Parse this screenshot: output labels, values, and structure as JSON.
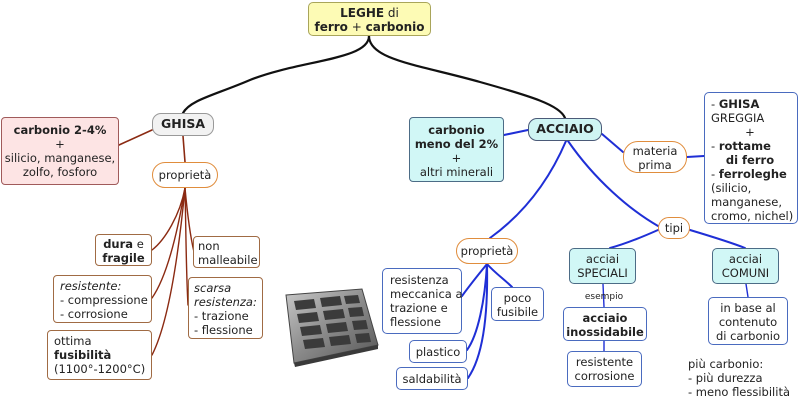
{
  "root": {
    "line1_bold": "LEGHE",
    "line1_rest": " di",
    "line2": "ferro",
    "line2_plus": " + ",
    "line2_end": "carbonio"
  },
  "ghisa": {
    "title": "GHISA",
    "composition": {
      "l1": "carbonio 2-4%",
      "l2": "+",
      "l3": "silicio, manganese,",
      "l4": "zolfo, fosforo"
    },
    "proprieta": "proprietà",
    "dura": {
      "b1": "dura",
      "t1": " e",
      "b2": "fragile"
    },
    "resistente": {
      "title": "resistente:",
      "l1": "- compressione",
      "l2": "- corrosione"
    },
    "fusibilita": {
      "l1": "ottima",
      "b": "fusibilità",
      "l3": "(1100°-1200°C)"
    },
    "non_malleabile": {
      "l1": "non",
      "l2": "malleabile"
    },
    "scarsa": {
      "l1": "scarsa",
      "l2": "resistenza:",
      "l3": "- trazione",
      "l4": "- flessione"
    }
  },
  "acciaio": {
    "title": "ACCIAIO",
    "composition": {
      "l1": "carbonio",
      "l2": "meno del 2%",
      "l3": "+",
      "l4": "altri minerali"
    },
    "materia_prima": {
      "l1": "materia",
      "l2": "prima"
    },
    "greggia": {
      "l1": "- ",
      "l1b": "GHISA",
      "l2": "GREGGIA",
      "l3": "+",
      "l4": "- ",
      "l4b": "rottame",
      "l5b": "di ferro",
      "l6": "- ",
      "l6b": "ferroleghe",
      "l7": "(silicio,",
      "l8": "manganese,",
      "l9": "cromo, nichel)"
    },
    "tipi": "tipi",
    "proprieta": "proprietà",
    "resistenza": {
      "l1": "resistenza",
      "l2": "meccanica a",
      "l3": "trazione e",
      "l4": "flessione"
    },
    "poco": {
      "l1": "poco",
      "l2": "fusibile"
    },
    "plastico": "plastico",
    "saldabilita": "saldabilità",
    "speciali": {
      "l1": "acciai",
      "l2": "SPECIALI"
    },
    "comuni": {
      "l1": "acciai",
      "l2": "COMUNI"
    },
    "esempio": "esempio",
    "inox": {
      "l1": "acciaio",
      "l2": "inossidabile"
    },
    "rescorr": {
      "l1": "resistente",
      "l2": "corrosione"
    },
    "base": {
      "l1": "in base al",
      "l2": "contenuto",
      "l3": "di carbonio"
    },
    "piu": {
      "l1": "più carbonio:",
      "l2": "- più durezza",
      "l3": "- meno flessibilità"
    }
  },
  "colors": {
    "ghisa_link": "#8b2a12",
    "acciaio_link": "#1f2fd6",
    "root_link": "#111111"
  }
}
